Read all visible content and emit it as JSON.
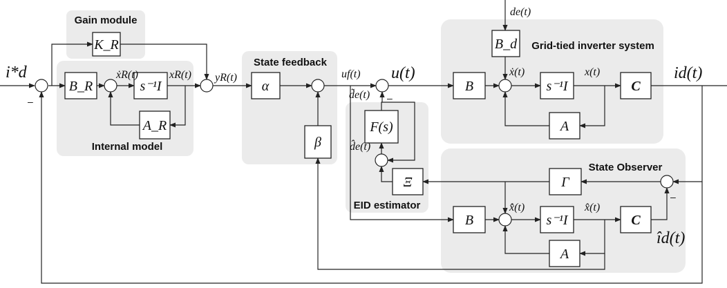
{
  "groups": {
    "gain_module": "Gain module",
    "internal_model": "Internal model",
    "state_feedback": "State feedback",
    "grid_inverter": "Grid-tied inverter system",
    "eid_estimator": "EID estimator",
    "state_observer": "State Observer"
  },
  "blocks": {
    "KR": "K_R",
    "BR": "B_R",
    "sI_int": "s⁻¹I",
    "AR": "A_R",
    "alpha": "α",
    "beta": "β",
    "Fs": "F(s)",
    "Xi": "Ξ",
    "Bd": "B_d",
    "B_plant": "B",
    "sI_plant": "s⁻¹I",
    "C_plant": "C",
    "A_plant": "A",
    "Gamma": "Γ",
    "B_obs": "B",
    "sI_obs": "s⁻¹I",
    "C_obs": "C",
    "A_obs": "A"
  },
  "signals": {
    "id_ref": "i*d",
    "xR_dot": "ẋR(t)",
    "xR": "xR(t)",
    "yR": "yR(t)",
    "uf": "uf(t)",
    "u": "u(t)",
    "de_tilde": "d̃e(t)",
    "de_hat": "d̂e(t)",
    "de": "de(t)",
    "x_dot": "ẋ(t)",
    "x": "x(t)",
    "id_out": "id(t)",
    "xhat_dot": "x̂̇(t)",
    "xhat": "x̂(t)",
    "id_hat": "îd(t)"
  },
  "signs": {
    "minus": "–"
  }
}
